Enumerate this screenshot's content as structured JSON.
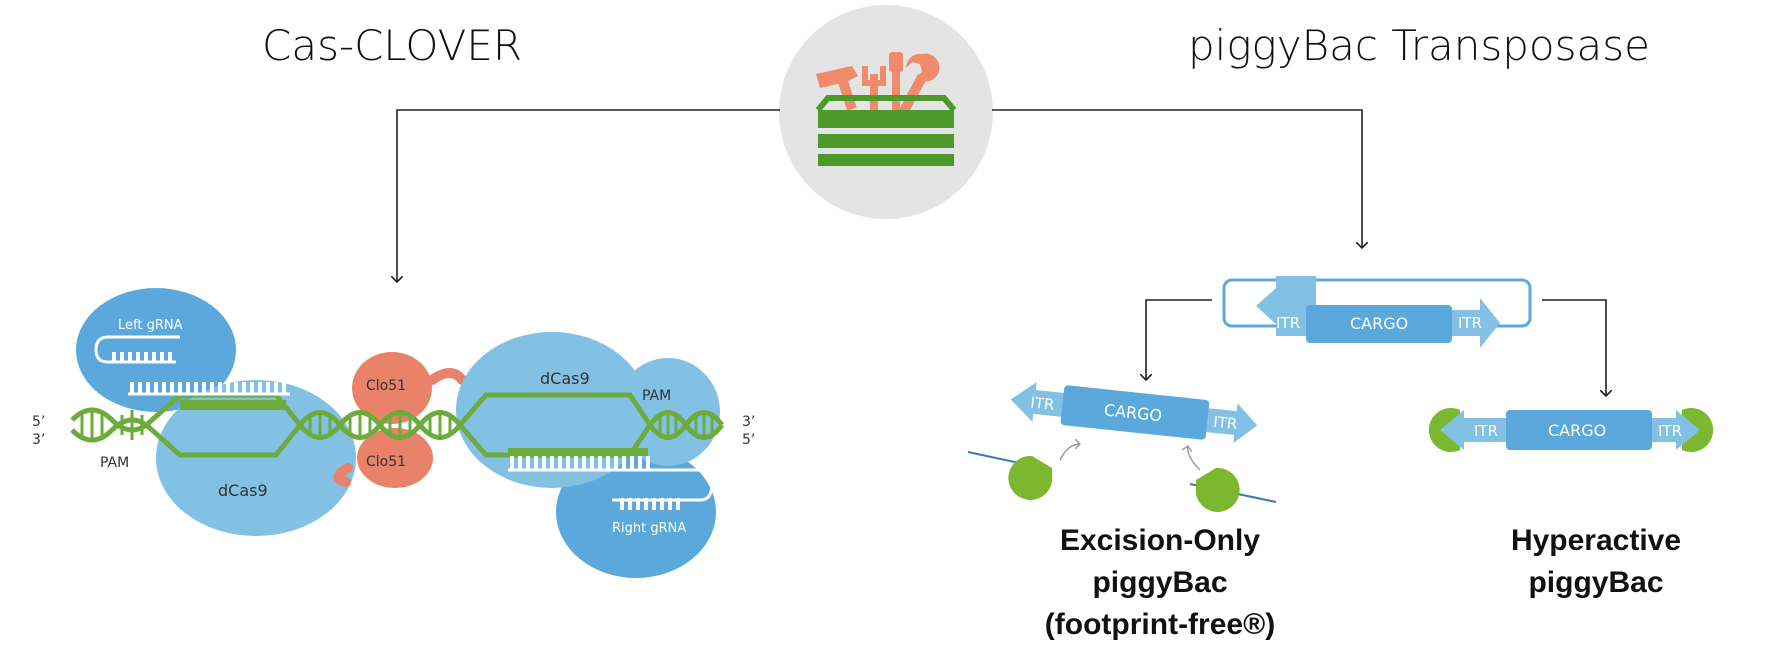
{
  "titles": {
    "left": "Cas-CLOVER",
    "right": "piggyBac Transposase"
  },
  "cas_clover": {
    "left_grna": "Left gRNA",
    "right_grna": "Right gRNA",
    "dcas9_left": "dCas9",
    "dcas9_right": "dCas9",
    "clo51_top": "Clo51",
    "clo51_bottom": "Clo51",
    "pam_left": "PAM",
    "pam_right": "PAM",
    "strand_left_top": "5’",
    "strand_left_bottom": "3’",
    "strand_right_top": "3’",
    "strand_right_bottom": "5’"
  },
  "piggybac": {
    "top": {
      "itr_left": "ITR",
      "cargo": "CARGO",
      "itr_right": "ITR"
    },
    "excision": {
      "itr_left": "ITR",
      "cargo": "CARGO",
      "itr_right": "ITR"
    },
    "hyperactive": {
      "itr_left": "ITR",
      "cargo": "CARGO",
      "itr_right": "ITR"
    },
    "excision_label": [
      "Excision-Only",
      "piggyBac",
      "(footprint-free®)"
    ],
    "hyperactive_label": [
      "Hyperactive",
      "piggyBac"
    ]
  },
  "colors": {
    "blue_dark": "#5aa8dc",
    "blue_light": "#82c1e3",
    "green": "#6cac3c",
    "salmon": "#e8836a",
    "toolbox_green": "#4c9a2a",
    "tool_orange": "#ef8a6b",
    "circle_grey": "#e4e4e4"
  },
  "icons": [
    "toolbox-icon",
    "hammer-icon",
    "screwdriver-icon",
    "wrench-icon",
    "pacman-enzyme-icon"
  ]
}
